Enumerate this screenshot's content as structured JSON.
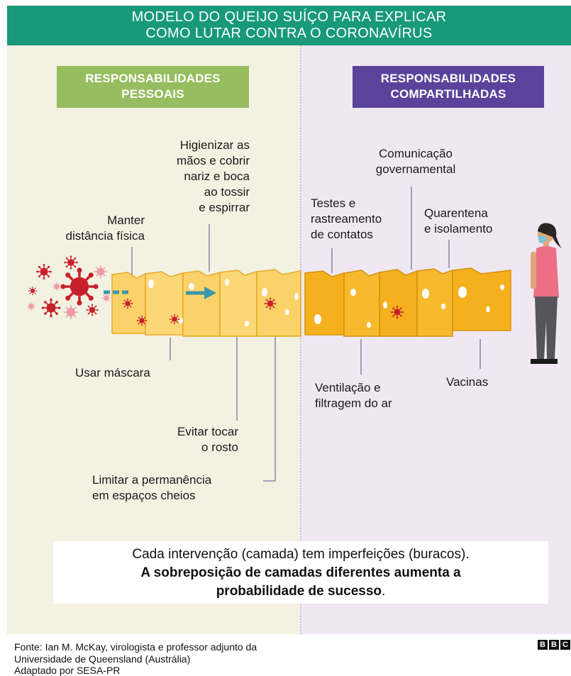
{
  "title": {
    "line1": "MODELO DO QUEIJO SUÍÇO PARA EXPLICAR",
    "line2": "COMO LUTAR CONTRA O CORONAVÍRUS"
  },
  "sections": {
    "personal": {
      "line1": "RESPONSABILIDADES",
      "line2": "PESSOAIS"
    },
    "shared": {
      "line1": "RESPONSABILIDADES",
      "line2": "COMPARTILHADAS"
    }
  },
  "layers": {
    "distancia": "Manter\ndistância física",
    "higienizar": "Higienizar as\nmãos e cobrir\nnariz e boca\nao tossir\ne espirrar",
    "mascara": "Usar máscara",
    "rosto": "Evitar tocar\no rosto",
    "espacos": "Limitar a permanência\nem espaços cheios",
    "testes": "Testes e\nrastreamento\nde contatos",
    "comunicacao": "Comunicação\ngovernamental",
    "quarentena": "Quarentena\ne isolamento",
    "ventilacao": "Ventilação e\nfiltragem do ar",
    "vacinas": "Vacinas"
  },
  "caption": {
    "line1": "Cada intervenção (camada) tem imperfeições (buracos).",
    "line2": "A sobreposição de camadas diferentes aumenta a",
    "line3_bold": "probabilidade de sucesso",
    "line3_end": "."
  },
  "footer": {
    "source": "Fonte: Ian M. McKay, virologista e professor adjunto da\nUniversidade de Queensland (Austrália)",
    "adapted": "Adaptado por SESA-PR",
    "logo_letters": [
      "B",
      "B",
      "C"
    ]
  },
  "colors": {
    "title_bar": "#17997a",
    "personal_box": "#96bd5f",
    "shared_box": "#5b439b",
    "personal_bg": "#f3f1e2",
    "shared_bg": "#efe8f2",
    "cheese_light": "#fbd26a",
    "cheese_dark": "#f5b01e",
    "virus": "#c8202a"
  }
}
